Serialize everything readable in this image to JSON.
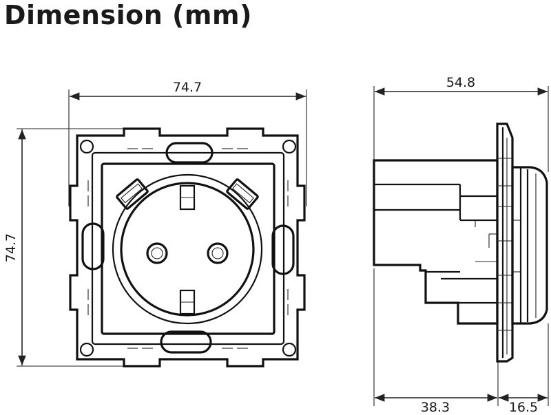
{
  "title": "Dimension (mm)",
  "dimensions": {
    "front_width": "74.7",
    "front_height": "74.7",
    "side_total_depth": "54.8",
    "side_rear_depth": "38.3",
    "side_front_depth": "16.5"
  }
}
